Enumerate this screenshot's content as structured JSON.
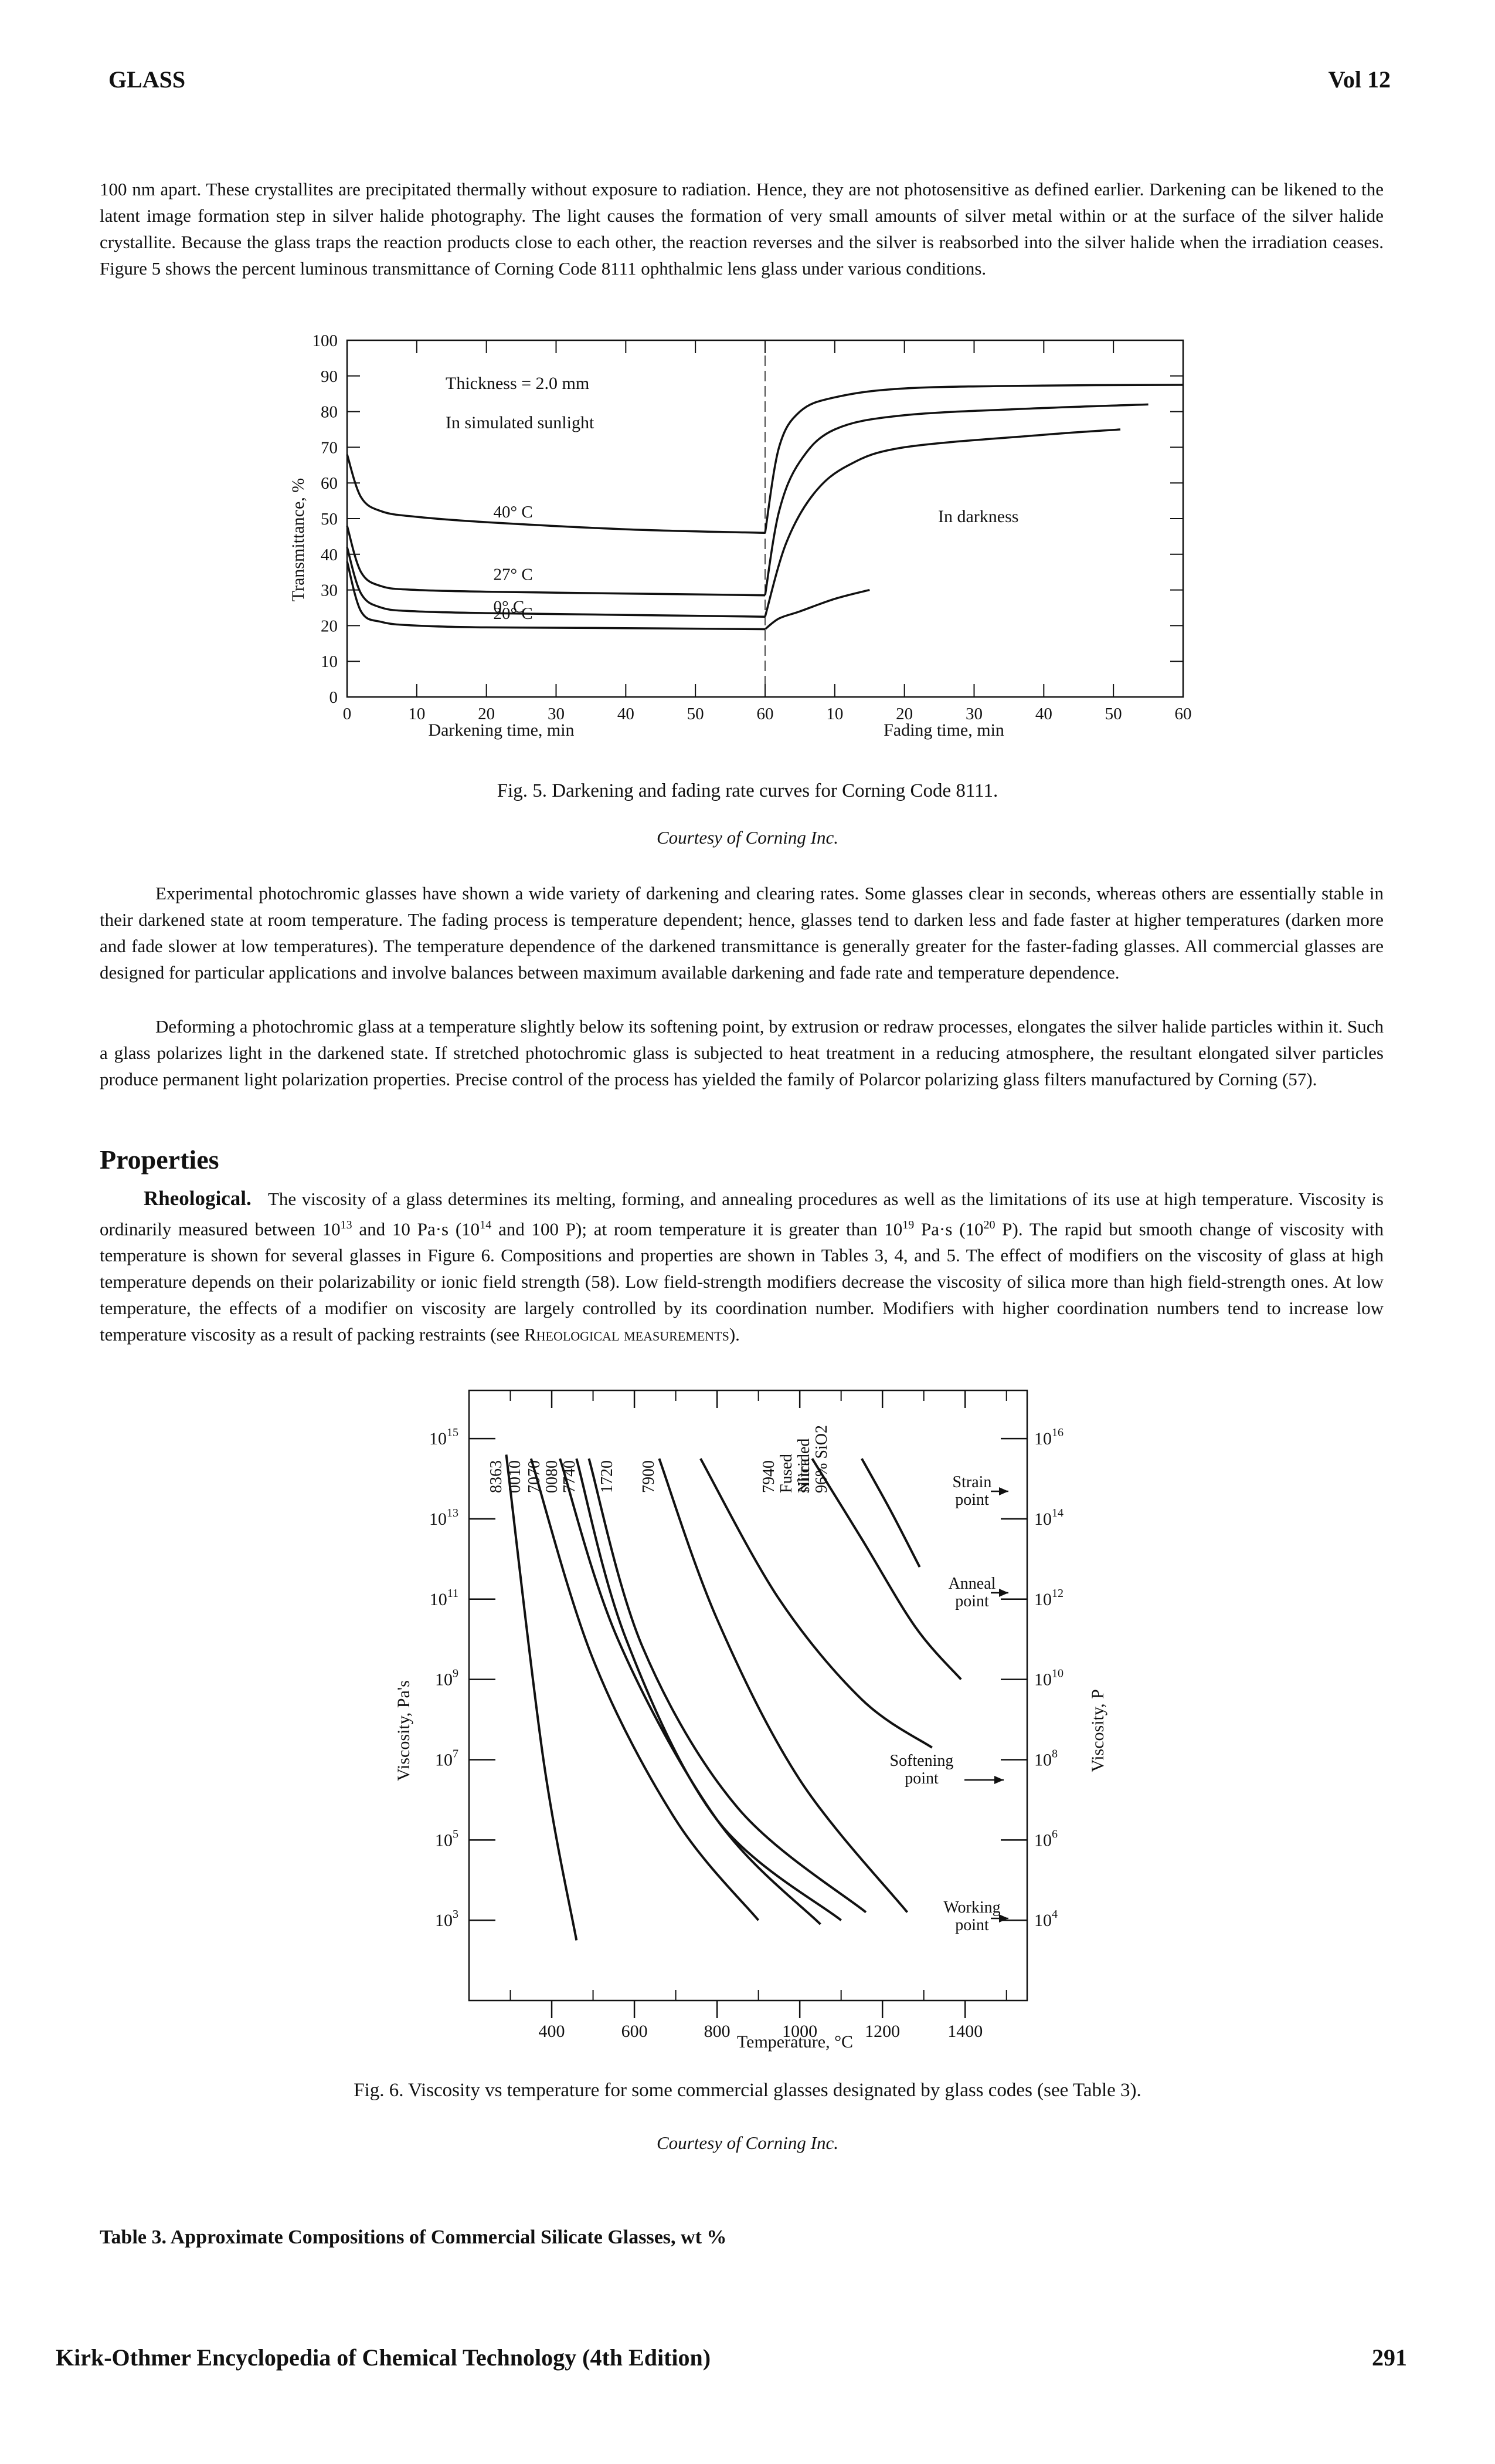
{
  "header": {
    "left": "GLASS",
    "right": "Vol 12"
  },
  "intro_paragraph": "100 nm apart. These crystallites are precipitated thermally without exposure to radiation. Hence, they are not photosensitive as defined earlier. Darkening can be likened to the latent image formation step in silver halide photography. The light causes the formation of very small amounts of silver metal within or at the surface of the silver halide crystallite. Because the glass traps the reaction products close to each other, the reaction reverses and the silver is reabsorbed into the silver halide when the irradiation ceases. Figure 5 shows the percent luminous transmittance of Corning Code 8111 ophthalmic lens glass under various conditions.",
  "fig5": {
    "caption": "Fig. 5. Darkening and fading rate curves for Corning Code 8111.",
    "courtesy": "Courtesy of Corning Inc."
  },
  "paragraph2": "Experimental photochromic glasses have shown a wide variety of darkening and clearing rates. Some glasses clear in seconds, whereas others are essentially stable in their darkened state at room temperature. The fading process is temperature dependent; hence, glasses tend to darken less and fade faster at higher temperatures (darken more and fade slower at low temperatures). The temperature dependence of the darkened transmittance is generally greater for the faster-fading glasses. All commercial glasses are designed for particular applications and involve balances between maximum available darkening and fade rate and temperature dependence.",
  "paragraph3": "Deforming a photochromic glass at a temperature slightly below its softening point, by extrusion or redraw processes, elongates the silver halide particles within it. Such a glass polarizes light in the darkened state. If stretched photochromic glass is subjected to heat treatment in a reducing atmosphere, the resultant elongated silver particles produce permanent light polarization properties. Precise control of the process has yielded the family of Polarcor polarizing glass filters manufactured by Corning (57).",
  "section_title": "Properties",
  "rheo": {
    "lead": "Rheological.",
    "t1": "The viscosity of a glass determines its melting, forming, and annealing procedures as well as the limitations of its use at high temperature. Viscosity is ordinarily measured between 10",
    "e1": "13",
    "t2": " and 10 Pa·s (10",
    "e2": "14",
    "t3": " and 100 P); at room temperature it is greater than 10",
    "e3": "19",
    "t4": " Pa·s (10",
    "e4": "20",
    "t5": " P). The rapid but smooth change of viscosity with temperature is shown for several glasses in Figure 6. Compositions and properties are shown in Tables 3, 4, and 5. The effect of modifiers on the viscosity of glass at high temperature depends on their polarizability or ionic field strength (58). Low field-strength modifiers decrease the viscosity of silica more than high field-strength ones. At low temperature, the effects of a modifier on viscosity are largely controlled by its coordination number. Modifiers with higher coordination numbers tend to increase low temperature viscosity as a result of packing restraints (see ",
    "ref": "Rheological measurements",
    "t6": ")."
  },
  "fig6": {
    "caption": "Fig. 6. Viscosity vs temperature for some commercial glasses designated by glass codes (see Table 3).",
    "courtesy": "Courtesy of Corning Inc."
  },
  "table3_title": "Table 3. Approximate Compositions of Commercial Silicate Glasses, wt %",
  "footer": {
    "left": "Kirk-Othmer Encyclopedia of Chemical Technology (4th Edition)",
    "right": "291"
  },
  "chart_data": [
    {
      "type": "line",
      "ylabel": "Transmittance, %",
      "xlabel_left": "Darkening time, min",
      "xlabel_right": "Fading time, min",
      "x_ticks": [
        "0",
        "10",
        "20",
        "30",
        "40",
        "50",
        "60",
        "10",
        "20",
        "30",
        "40",
        "50",
        "60"
      ],
      "y_ticks": [
        "0",
        "10",
        "20",
        "30",
        "40",
        "50",
        "60",
        "70",
        "80",
        "90",
        "100"
      ],
      "ylim": [
        0,
        100
      ],
      "annotations": {
        "thickness": "Thickness = 2.0 mm",
        "sunlight": "In simulated sunlight",
        "darkness": "In darkness"
      },
      "series": [
        {
          "name": "40° C",
          "darkening": [
            [
              0,
              68
            ],
            [
              2,
              56
            ],
            [
              5,
              52
            ],
            [
              10,
              50.5
            ],
            [
              20,
              49
            ],
            [
              40,
              47
            ],
            [
              60,
              46
            ]
          ],
          "fading": [
            [
              0,
              46
            ],
            [
              2,
              70
            ],
            [
              5,
              80
            ],
            [
              10,
              84
            ],
            [
              20,
              86.5
            ],
            [
              40,
              87.3
            ],
            [
              60,
              87.5
            ]
          ]
        },
        {
          "name": "27° C",
          "darkening": [
            [
              0,
              48
            ],
            [
              2,
              35
            ],
            [
              5,
              31
            ],
            [
              10,
              30
            ],
            [
              20,
              29.5
            ],
            [
              40,
              29
            ],
            [
              60,
              28.5
            ]
          ],
          "fading": [
            [
              0,
              28.5
            ],
            [
              2,
              52
            ],
            [
              5,
              66
            ],
            [
              10,
              75
            ],
            [
              20,
              79
            ],
            [
              40,
              81
            ],
            [
              55,
              82
            ]
          ]
        },
        {
          "name": "20° C",
          "darkening": [
            [
              0,
              42
            ],
            [
              2,
              29
            ],
            [
              5,
              25
            ],
            [
              10,
              24
            ],
            [
              20,
              23.5
            ],
            [
              40,
              23
            ],
            [
              60,
              22.5
            ]
          ],
          "fading": [
            [
              0,
              22.5
            ],
            [
              3,
              43
            ],
            [
              7,
              57
            ],
            [
              12,
              65
            ],
            [
              20,
              70
            ],
            [
              40,
              73.5
            ],
            [
              51,
              75
            ]
          ]
        },
        {
          "name": "0° C",
          "darkening": [
            [
              0,
              38
            ],
            [
              2,
              24
            ],
            [
              5,
              21
            ],
            [
              10,
              20
            ],
            [
              20,
              19.5
            ],
            [
              40,
              19.3
            ],
            [
              60,
              19
            ]
          ],
          "fading": [
            [
              0,
              19
            ],
            [
              2,
              22
            ],
            [
              5,
              24
            ],
            [
              10,
              27.5
            ],
            [
              15,
              30
            ]
          ]
        }
      ]
    },
    {
      "type": "line",
      "ylabel": "Viscosity, Pa's",
      "ylabel_right": "Viscosity, P",
      "xlabel": "Temperature, °C",
      "x_ticks": [
        "400",
        "600",
        "800",
        "1000",
        "1200",
        "1400"
      ],
      "y_ticks_left": [
        {
          "b": "10",
          "e": "15"
        },
        {
          "b": "10",
          "e": "13"
        },
        {
          "b": "10",
          "e": "11"
        },
        {
          "b": "10",
          "e": "9"
        },
        {
          "b": "10",
          "e": "7"
        },
        {
          "b": "10",
          "e": "5"
        },
        {
          "b": "10",
          "e": "3"
        }
      ],
      "y_ticks_right": [
        {
          "b": "10",
          "e": "16"
        },
        {
          "b": "10",
          "e": "14"
        },
        {
          "b": "10",
          "e": "12"
        },
        {
          "b": "10",
          "e": "10"
        },
        {
          "b": "10",
          "e": "8"
        },
        {
          "b": "10",
          "e": "6"
        },
        {
          "b": "10",
          "e": "4"
        }
      ],
      "xlim": [
        200,
        1550
      ],
      "ylim_log_pas": [
        1,
        16.2
      ],
      "glass_labels": [
        "8363",
        "0010",
        "7070",
        "0080",
        "7740",
        "1720",
        "7900",
        "7940 Fused silica",
        "Nitrided 96% SiO2"
      ],
      "point_labels": {
        "strain": "Strain point",
        "anneal": "Anneal point",
        "softening": "Softening point",
        "working": "Working point"
      },
      "series": [
        {
          "name": "8363",
          "points": [
            [
              290,
              14.6
            ],
            [
              380,
              7
            ],
            [
              460,
              2.5
            ]
          ]
        },
        {
          "name": "0010",
          "points": [
            [
              350,
              14.5
            ],
            [
              500,
              9.5
            ],
            [
              700,
              5.5
            ],
            [
              900,
              3
            ]
          ]
        },
        {
          "name": "7070",
          "points": [
            [
              420,
              14.5
            ],
            [
              560,
              10
            ],
            [
              800,
              5.5
            ],
            [
              1050,
              2.9
            ]
          ]
        },
        {
          "name": "0080",
          "points": [
            [
              460,
              14.5
            ],
            [
              580,
              10
            ],
            [
              800,
              5.5
            ],
            [
              1100,
              3
            ]
          ]
        },
        {
          "name": "7740",
          "points": [
            [
              490,
              14.5
            ],
            [
              620,
              9.8
            ],
            [
              850,
              5.8
            ],
            [
              1160,
              3.2
            ]
          ]
        },
        {
          "name": "1720",
          "points": [
            [
              660,
              14.5
            ],
            [
              800,
              10.5
            ],
            [
              1000,
              6.5
            ],
            [
              1260,
              3.2
            ]
          ]
        },
        {
          "name": "7900",
          "points": [
            [
              760,
              14.5
            ],
            [
              950,
              11
            ],
            [
              1150,
              8.5
            ],
            [
              1320,
              7.3
            ]
          ]
        },
        {
          "name": "7940",
          "points": [
            [
              1030,
              14.5
            ],
            [
              1150,
              12.5
            ],
            [
              1280,
              10.3
            ],
            [
              1390,
              9
            ]
          ]
        },
        {
          "name": "Nitrided 96% SiO2",
          "points": [
            [
              1150,
              14.5
            ],
            [
              1220,
              13.2
            ],
            [
              1290,
              11.8
            ]
          ]
        }
      ]
    }
  ]
}
